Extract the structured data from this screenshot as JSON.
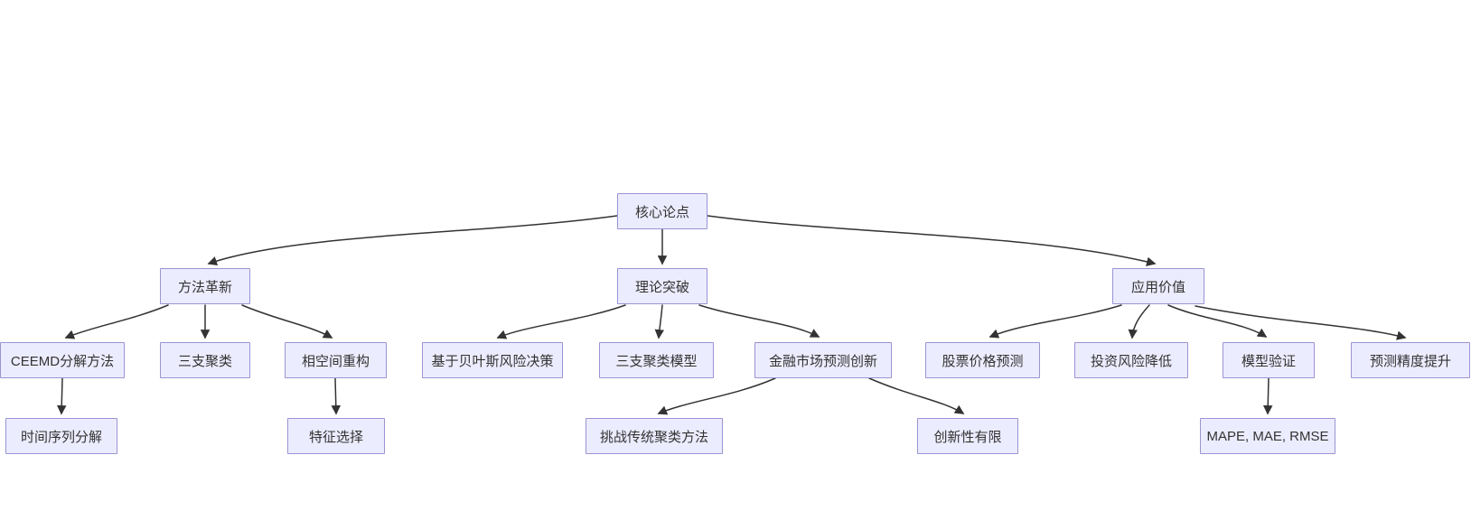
{
  "diagram": {
    "type": "flowchart-tree",
    "background_color": "#ffffff",
    "node_fill_color": "#ECECFF",
    "node_border_color": "#9a93d4",
    "node_text_color": "#333333",
    "edge_color": "#333333",
    "nodes": [
      {
        "id": "core-thesis",
        "label": "核心论点",
        "level": 1
      },
      {
        "id": "method-innovation",
        "label": "方法革新",
        "level": 2
      },
      {
        "id": "theory-breakthrough",
        "label": "理论突破",
        "level": 2
      },
      {
        "id": "application-value",
        "label": "应用价值",
        "level": 2
      },
      {
        "id": "ceemd-decomposition",
        "label": "CEEMD分解方法",
        "level": 3
      },
      {
        "id": "three-way-clustering",
        "label": "三支聚类",
        "level": 3
      },
      {
        "id": "phase-space-reconstruction",
        "label": "相空间重构",
        "level": 3
      },
      {
        "id": "bayesian-risk-decision",
        "label": "基于贝叶斯风险决策",
        "level": 3
      },
      {
        "id": "three-way-clustering-model",
        "label": "三支聚类模型",
        "level": 3
      },
      {
        "id": "financial-market-innovation",
        "label": "金融市场预测创新",
        "level": 3
      },
      {
        "id": "stock-price-prediction",
        "label": "股票价格预测",
        "level": 3
      },
      {
        "id": "investment-risk-reduction",
        "label": "投资风险降低",
        "level": 3
      },
      {
        "id": "model-validation",
        "label": "模型验证",
        "level": 3
      },
      {
        "id": "forecast-accuracy-improve",
        "label": "预测精度提升",
        "level": 3
      },
      {
        "id": "time-series-decomposition",
        "label": "时间序列分解",
        "level": 4
      },
      {
        "id": "feature-selection",
        "label": "特征选择",
        "level": 4
      },
      {
        "id": "challenge-traditional-clustering",
        "label": "挑战传统聚类方法",
        "level": 4
      },
      {
        "id": "limited-innovation",
        "label": "创新性有限",
        "level": 4
      },
      {
        "id": "evaluation-metrics",
        "label": "MAPE, MAE, RMSE",
        "level": 4
      }
    ],
    "edges": [
      {
        "from": "core-thesis",
        "to": "method-innovation"
      },
      {
        "from": "core-thesis",
        "to": "theory-breakthrough"
      },
      {
        "from": "core-thesis",
        "to": "application-value"
      },
      {
        "from": "method-innovation",
        "to": "ceemd-decomposition"
      },
      {
        "from": "method-innovation",
        "to": "three-way-clustering"
      },
      {
        "from": "method-innovation",
        "to": "phase-space-reconstruction"
      },
      {
        "from": "theory-breakthrough",
        "to": "bayesian-risk-decision"
      },
      {
        "from": "theory-breakthrough",
        "to": "three-way-clustering-model"
      },
      {
        "from": "theory-breakthrough",
        "to": "financial-market-innovation"
      },
      {
        "from": "application-value",
        "to": "stock-price-prediction"
      },
      {
        "from": "application-value",
        "to": "investment-risk-reduction"
      },
      {
        "from": "application-value",
        "to": "model-validation"
      },
      {
        "from": "application-value",
        "to": "forecast-accuracy-improve"
      },
      {
        "from": "ceemd-decomposition",
        "to": "time-series-decomposition"
      },
      {
        "from": "phase-space-reconstruction",
        "to": "feature-selection"
      },
      {
        "from": "financial-market-innovation",
        "to": "challenge-traditional-clustering"
      },
      {
        "from": "financial-market-innovation",
        "to": "limited-innovation"
      },
      {
        "from": "model-validation",
        "to": "evaluation-metrics"
      }
    ]
  }
}
